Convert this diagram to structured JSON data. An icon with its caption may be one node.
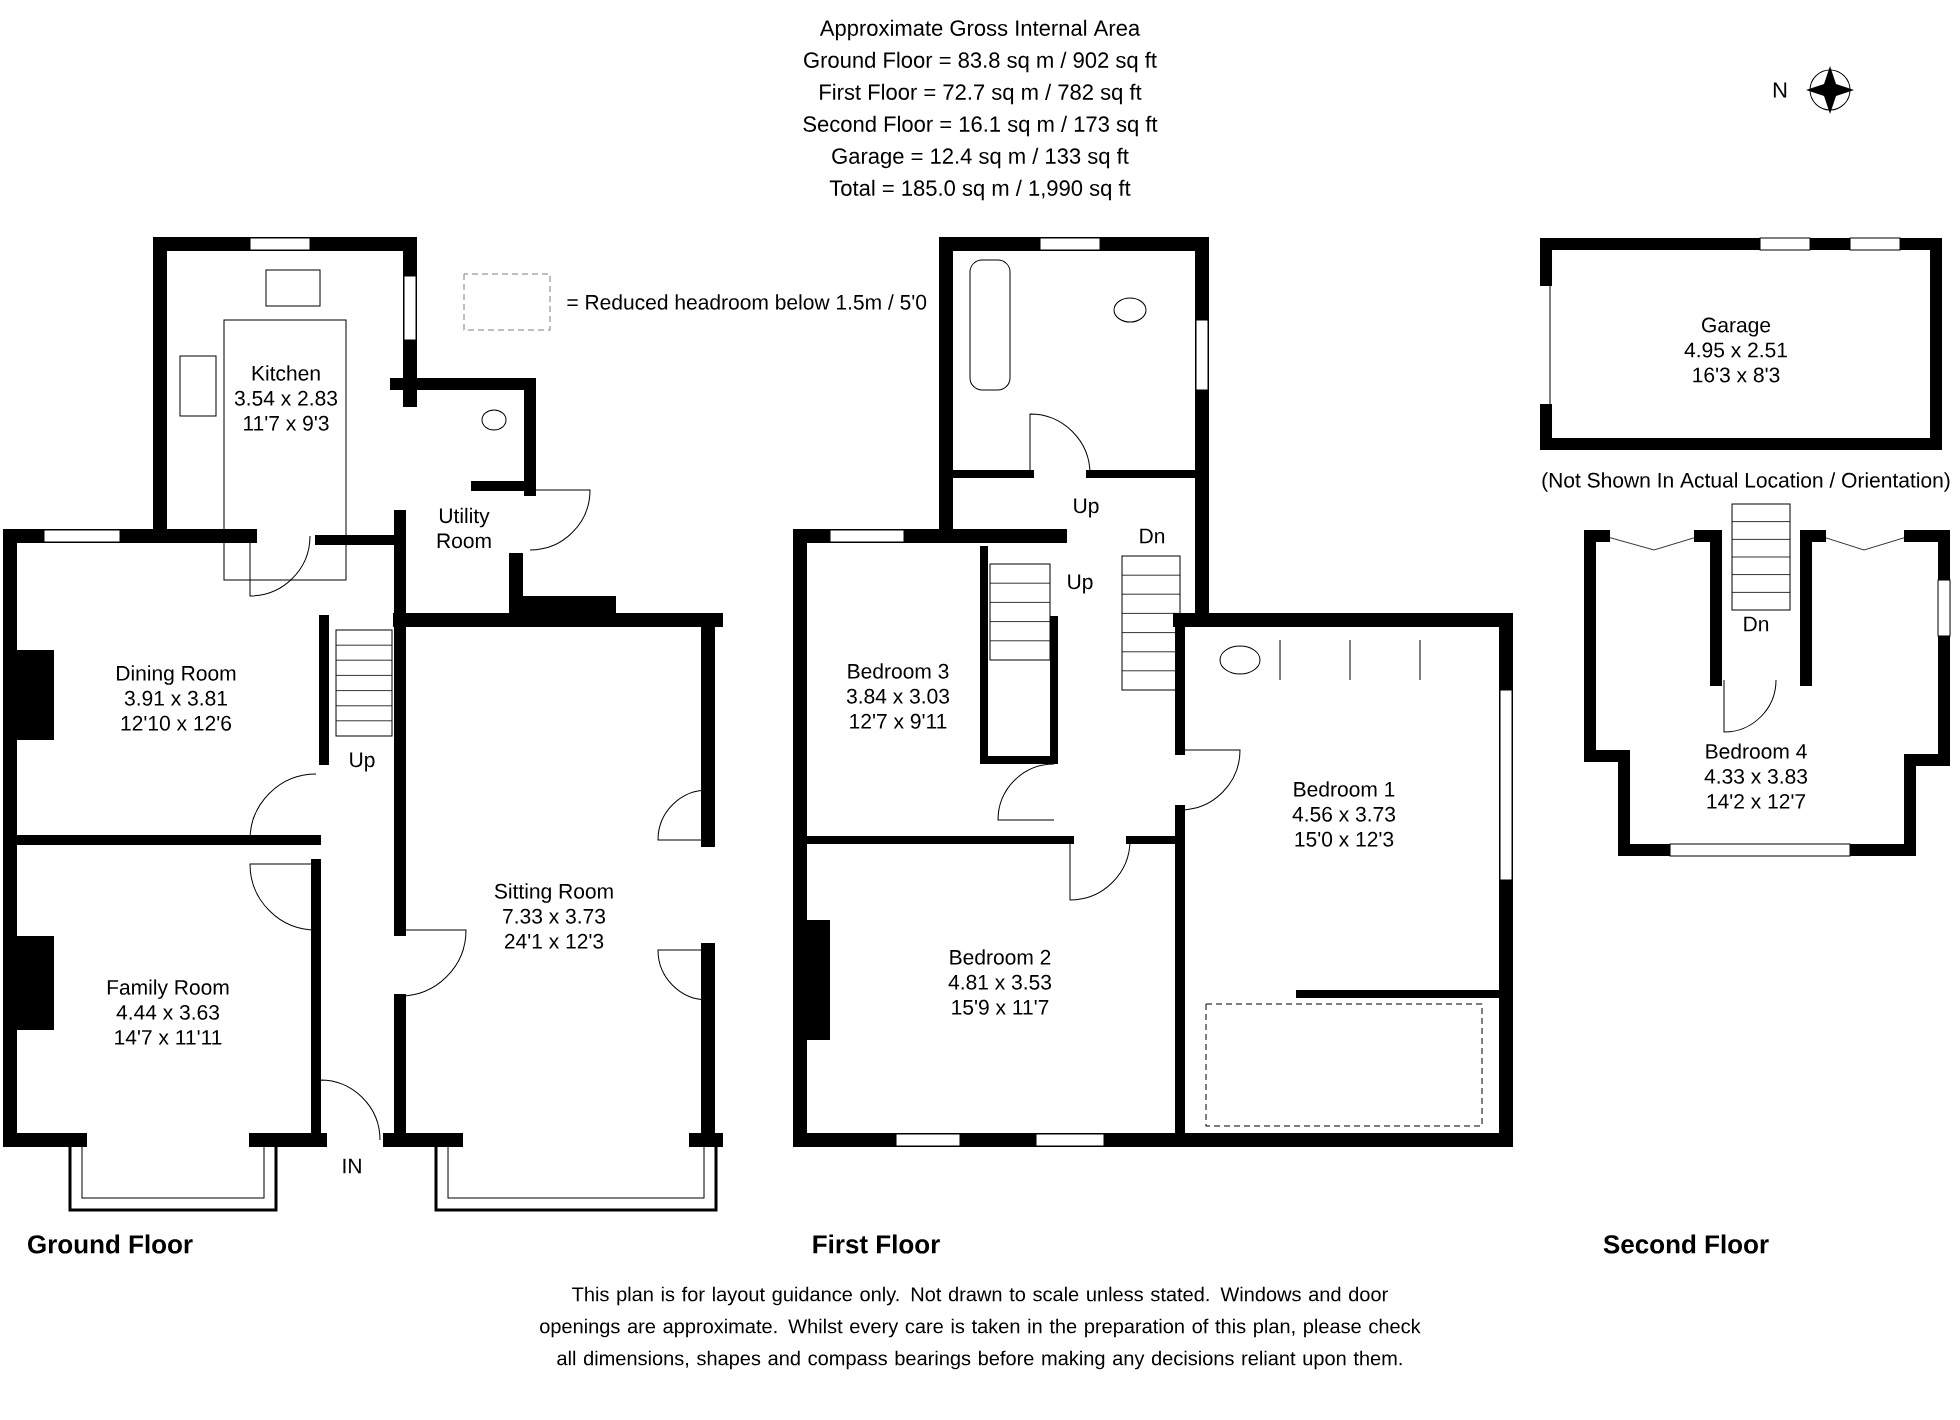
{
  "diagram": {
    "title": "Approximate Gross Internal Area",
    "nodes": [
      {
        "text": [
          "Kitchen",
          "3.54 x 2.83",
          "11'7 x 9'3"
        ]
      },
      {
        "text": [
          "Utility Room"
        ]
      },
      {
        "text": [
          "Dining Room",
          "3.91 x 3.81",
          "12'10 x 12'6"
        ]
      },
      {
        "text": [
          "Sitting Room",
          "7.33 x 3.73",
          "24'1 x 12'3"
        ]
      },
      {
        "text": [
          "Family Room",
          "4.44 x 3.63",
          "14'7 x 11'11"
        ]
      },
      {
        "text": [
          "Bedroom 3",
          "3.84 x 3.03",
          "12'7 x 9'11"
        ]
      },
      {
        "text": [
          "Bedroom 1",
          "4.56 x 3.73",
          "15'0 x 12'3"
        ]
      },
      {
        "text": [
          "Bedroom 2",
          "4.81 x 3.53",
          "15'9 x 11'7"
        ]
      },
      {
        "text": [
          "Garage",
          "4.95 x 2.51",
          "16'3 x 8'3"
        ]
      },
      {
        "text": [
          "Bedroom 4",
          "4.33 x 3.83",
          "14'2 x 12'7"
        ]
      }
    ],
    "labels": [
      "Ground Floor = 83.8 sq m / 902 sq ft",
      "First Floor = 72.7 sq m / 782 sq ft",
      "Second Floor = 16.1 sq m / 173 sq ft",
      "Garage = 12.4 sq m / 133 sq ft",
      "Total = 185.0 sq m / 1,990 sq ft",
      "N",
      "Up",
      "IN",
      "Up",
      "Dn",
      "Up",
      "(Not Shown In Actual Location / Orientation)",
      "Dn",
      "Ground Floor",
      "First Floor",
      "Second Floor",
      "This plan is for layout guidance only. Not drawn to scale unless stated. Windows and door openings are approximate. Whilst every care is taken in the preparation of this plan, please check all dimensions, shapes and compass bearings before making any decisions reliant upon them."
    ],
    "legend": [
      {
        "text": "= Reduced headroom below 1.5m / 5'0"
      }
    ]
  }
}
